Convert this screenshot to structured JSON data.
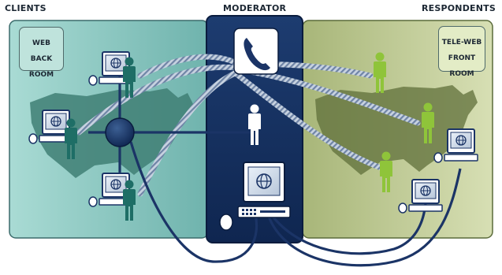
{
  "headers": {
    "clients": "CLIENTS",
    "moderator": "MODERATOR",
    "respondents": "RESPONDENTS"
  },
  "rooms": {
    "web_back_room": [
      "WEB",
      "BACK",
      "ROOM"
    ],
    "tele_web_front_room": [
      "TELE-WEB",
      "FRONT",
      "ROOM"
    ]
  },
  "colors": {
    "client_panel": "#7fbfb9",
    "moderator_panel": "#142f5c",
    "respondent_panel": "#c3cf96",
    "client_person": "#1e6e66",
    "respondent_person": "#8fc43a",
    "moderator_person": "#ffffff",
    "cable": "#1b3466",
    "phone_line": "#9fb0c6"
  },
  "icons": [
    "telephone-icon",
    "computer-icon",
    "globe-icon",
    "person-icon",
    "mouse-icon",
    "keyboard-icon",
    "hub-icon",
    "us-map-icon"
  ]
}
